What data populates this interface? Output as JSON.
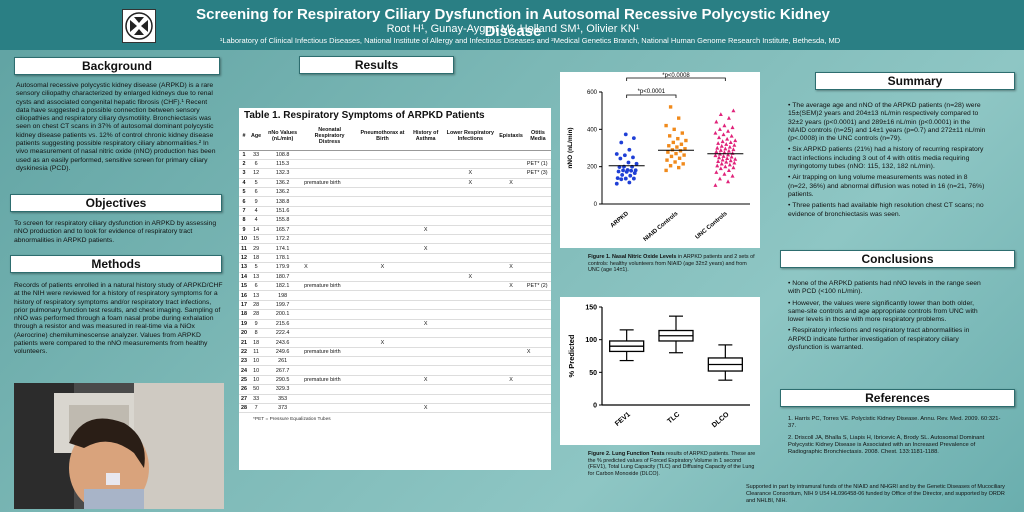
{
  "header": {
    "title": "Screening for Respiratory Ciliary Dysfunction in Autosomal Recessive Polycystic Kidney Disease",
    "authors": "Root H¹, Gunay-Aygun M², Holland SM¹, Olivier KN¹",
    "affiliations": "¹Laboratory of Clinical Infectious Diseases, National Institute of Allergy and Infectious Diseases and ²Medical Genetics Branch, National Human Genome Research Institute, Bethesda, MD"
  },
  "sections": {
    "background": "Background",
    "objectives": "Objectives",
    "methods": "Methods",
    "results": "Results",
    "summary": "Summary",
    "conclusions": "Conclusions",
    "references": "References"
  },
  "background_text": "Autosomal recessive polycystic kidney disease (ARPKD) is a rare sensory ciliopathy characterized by enlarged kidneys due to renal cysts and associated congenital hepatic fibrosis (CHF).¹ Recent data have suggested a possible connection between sensory ciliopathies and respiratory ciliary dysmotility. Bronchiectasis was seen on chest CT scans in 37% of autosomal dominant polycystic kidney disease patients vs. 12% of control chronic kidney disease patients suggesting possible respiratory ciliary abnormalities.² In vivo measurement of nasal nitric oxide (nNO) production has been used as an easily performed, sensitive screen for primary ciliary dyskinesia (PCD).",
  "objectives_text": "To screen for respiratory ciliary dysfunction in ARPKD by assessing nNO production and to look for evidence of respiratory tract abnormalities in ARPKD patients.",
  "methods_text": "Records of patients enrolled in a natural history study of ARPKD/CHF at the NIH were reviewed for a history of respiratory symptoms for a history of respiratory symptoms and/or respiratory tract infections, prior pulmonary function test results, and chest imaging. Sampling of nNO was performed through a foam nasal probe during exhalation through a resistor and was measured in real-time via a NiOx (Aerocrine) chemiluminescense analyzer. Values from ARPKD patients were compared to the nNO measurements from healthy volunteers.",
  "table": {
    "title": "Table 1. Respiratory Symptoms of ARPKD Patients",
    "headers": [
      "#",
      "Age",
      "nNo Values (nL/min)",
      "Neonatal Respiratory Distress",
      "Pneumothorax at Birth",
      "History of Asthma",
      "Lower Respiratory Infections",
      "Epistaxis",
      "Otitis Media"
    ],
    "rows": [
      [
        "1",
        "33",
        "108.8",
        "",
        "",
        "",
        "",
        "",
        ""
      ],
      [
        "2",
        "6",
        "115.3",
        "",
        "",
        "",
        "",
        "",
        "PET* (1)"
      ],
      [
        "3",
        "12",
        "132.3",
        "",
        "",
        "",
        "X",
        "",
        "PET* (3)"
      ],
      [
        "4",
        "5",
        "136.2",
        "premature birth",
        "",
        "",
        "X",
        "X",
        ""
      ],
      [
        "5",
        "6",
        "136.2",
        "",
        "",
        "",
        "",
        "",
        ""
      ],
      [
        "6",
        "9",
        "138.8",
        "",
        "",
        "",
        "",
        "",
        ""
      ],
      [
        "7",
        "4",
        "151.6",
        "",
        "",
        "",
        "",
        "",
        ""
      ],
      [
        "8",
        "4",
        "155.8",
        "",
        "",
        "",
        "",
        "",
        ""
      ],
      [
        "9",
        "14",
        "165.7",
        "",
        "",
        "X",
        "",
        "",
        ""
      ],
      [
        "10",
        "15",
        "172.2",
        "",
        "",
        "",
        "",
        "",
        ""
      ],
      [
        "11",
        "29",
        "174.1",
        "",
        "",
        "X",
        "",
        "",
        ""
      ],
      [
        "12",
        "18",
        "178.1",
        "",
        "",
        "",
        "",
        "",
        ""
      ],
      [
        "13",
        "5",
        "179.9",
        "X",
        "X",
        "",
        "",
        "X",
        ""
      ],
      [
        "14",
        "13",
        "180.7",
        "",
        "",
        "",
        "X",
        "",
        ""
      ],
      [
        "15",
        "6",
        "182.1",
        "premature birth",
        "",
        "",
        "",
        "X",
        "PET* (2)"
      ],
      [
        "16",
        "13",
        "198",
        "",
        "",
        "",
        "",
        "",
        ""
      ],
      [
        "17",
        "28",
        "199.7",
        "",
        "",
        "",
        "",
        "",
        ""
      ],
      [
        "18",
        "28",
        "200.1",
        "",
        "",
        "",
        "",
        "",
        ""
      ],
      [
        "19",
        "9",
        "215.6",
        "",
        "",
        "X",
        "",
        "",
        ""
      ],
      [
        "20",
        "8",
        "222.4",
        "",
        "",
        "",
        "",
        "",
        ""
      ],
      [
        "21",
        "18",
        "243.6",
        "",
        "X",
        "",
        "",
        "",
        ""
      ],
      [
        "22",
        "11",
        "249.6",
        "premature birth",
        "",
        "",
        "",
        "",
        "X"
      ],
      [
        "23",
        "10",
        "261",
        "",
        "",
        "",
        "",
        "",
        ""
      ],
      [
        "24",
        "10",
        "267.7",
        "",
        "",
        "",
        "",
        "",
        ""
      ],
      [
        "25",
        "10",
        "290.5",
        "premature birth",
        "",
        "X",
        "",
        "X",
        ""
      ],
      [
        "26",
        "50",
        "329.3",
        "",
        "",
        "",
        "",
        "",
        ""
      ],
      [
        "27",
        "33",
        "353",
        "",
        "",
        "",
        "",
        "",
        ""
      ],
      [
        "28",
        "7",
        "373",
        "",
        "",
        "X",
        "",
        "",
        ""
      ]
    ],
    "footnote": "*PET = Pressure Equalization Tubes"
  },
  "figure1": {
    "caption_bold": "Figure 1. Nasal Nitric Oxide Levels",
    "caption_rest": " in ARPKD patients and 2 sets of controls: healthy volunteers from NIAID (age 32±2 years) and from UNC (age 14±1).",
    "sig1": "*p<0.0008",
    "sig2": "*p<0.0001"
  },
  "figure2": {
    "caption_bold": "Figure 2. Lung Function Tests",
    "caption_rest": " results of ARPKD patients. These are the % predicted values of Forced Expiratory Volume in 1 second (FEV1), Total Lung Capacity (TLC) and Diffusing Capacity of the Lung for Carbon Monoxide (DLCO)."
  },
  "chart_data": [
    {
      "type": "scatter",
      "ylabel": "nNO (nL/min)",
      "ylim": [
        0,
        600
      ],
      "y_ticks": [
        0,
        200,
        400,
        600
      ],
      "categories": [
        "ARPKD",
        "NIAID Controls",
        "UNC Controls"
      ],
      "colors": [
        "#1f3fd6",
        "#f08a1c",
        "#e0237a"
      ],
      "means": [
        205,
        288,
        269
      ],
      "series": [
        {
          "values": [
            108.8,
            115.3,
            132.3,
            136.2,
            136.2,
            138.8,
            151.6,
            155.8,
            165.7,
            172.2,
            174.1,
            178.1,
            179.9,
            180.7,
            182.1,
            198,
            199.7,
            200.1,
            215.6,
            222.4,
            243.6,
            249.6,
            261,
            267.7,
            290.5,
            329.3,
            353,
            373
          ]
        },
        {
          "values": [
            180,
            195,
            205,
            215,
            225,
            235,
            245,
            255,
            262,
            270,
            278,
            285,
            290,
            296,
            305,
            312,
            320,
            330,
            340,
            350,
            365,
            380,
            400,
            420,
            460,
            520
          ]
        },
        {
          "values": [
            100,
            120,
            135,
            150,
            160,
            170,
            180,
            190,
            195,
            200,
            205,
            210,
            215,
            220,
            225,
            228,
            232,
            236,
            240,
            244,
            248,
            252,
            256,
            260,
            264,
            268,
            272,
            276,
            280,
            284,
            288,
            292,
            296,
            300,
            305,
            310,
            315,
            320,
            325,
            330,
            335,
            340,
            348,
            356,
            364,
            372,
            380,
            390,
            400,
            410,
            420,
            440,
            460,
            480,
            500
          ]
        }
      ]
    },
    {
      "type": "boxplot",
      "ylabel": "% Predicted",
      "ylim": [
        0,
        150
      ],
      "y_ticks": [
        0,
        50,
        100,
        150
      ],
      "categories": [
        "FEV1",
        "TLC",
        "DLCO"
      ],
      "boxes": [
        {
          "min": 68,
          "q1": 82,
          "median": 90,
          "q3": 98,
          "max": 115
        },
        {
          "min": 80,
          "q1": 98,
          "median": 106,
          "q3": 114,
          "max": 136
        },
        {
          "min": 38,
          "q1": 52,
          "median": 62,
          "q3": 72,
          "max": 92
        }
      ]
    }
  ],
  "summary": [
    "The average age and nNO of the ARPKD patients (n=28) were 15±(SEM)2 years and 204±13 nL/min respectively compared to 32±2 years (p<0.0001) and 289±16 nL/min (p<0.0001) in the NIAID controls (n=25) and 14±1 years (p=0.7) and 272±11 nL/min (p<.0008) in the UNC controls (n=79).",
    "Six ARPKD patients (21%) had a history of recurring respiratory tract infections including 3 out of 4 with otitis media requiring myringotomy tubes (nNO: 115, 132, 182 nL/min).",
    "Air trapping on lung volume measurements was noted in 8 (n=22, 36%) and abnormal diffusion was noted in 16 (n=21, 76%) patients.",
    "Three patients had available high resolution chest CT scans; no evidence of bronchiectasis was seen."
  ],
  "conclusions": [
    "None of the ARPKD patients had nNO levels in the range seen with PCD (<100 nL/min).",
    "However, the values were significantly lower than both older, same-site controls and age appropriate controls from UNC with lower levels in those with more respiratory problems.",
    "Respiratory infections and respiratory tract abnormalities in ARPKD indicate further investigation of respiratory ciliary dysfunction is warranted."
  ],
  "references": [
    "1. Harris PC, Torres VE. Polycistic Kidney Disease. Annu. Rev. Med. 2009. 60:321-37.",
    "2. Driscoll JA, Bhalla S, Liapis H, Ibricevic A, Brody SL. Autosomal Dominant Polycystic Kidney Disease is Associated with an Increased Prevalence of Radiographic Bronchiectasis. 2008. Chest. 133:1181-1188."
  ],
  "support": "Supported in part by intramural funds of the NIAID and NHGRI and by the Genetic Diseases of Mucociliary Clearance Consortium, NIH 9 U54 HL096458-06 funded by Office of the Director, and supported by ORDR and NHLBI, NIH."
}
